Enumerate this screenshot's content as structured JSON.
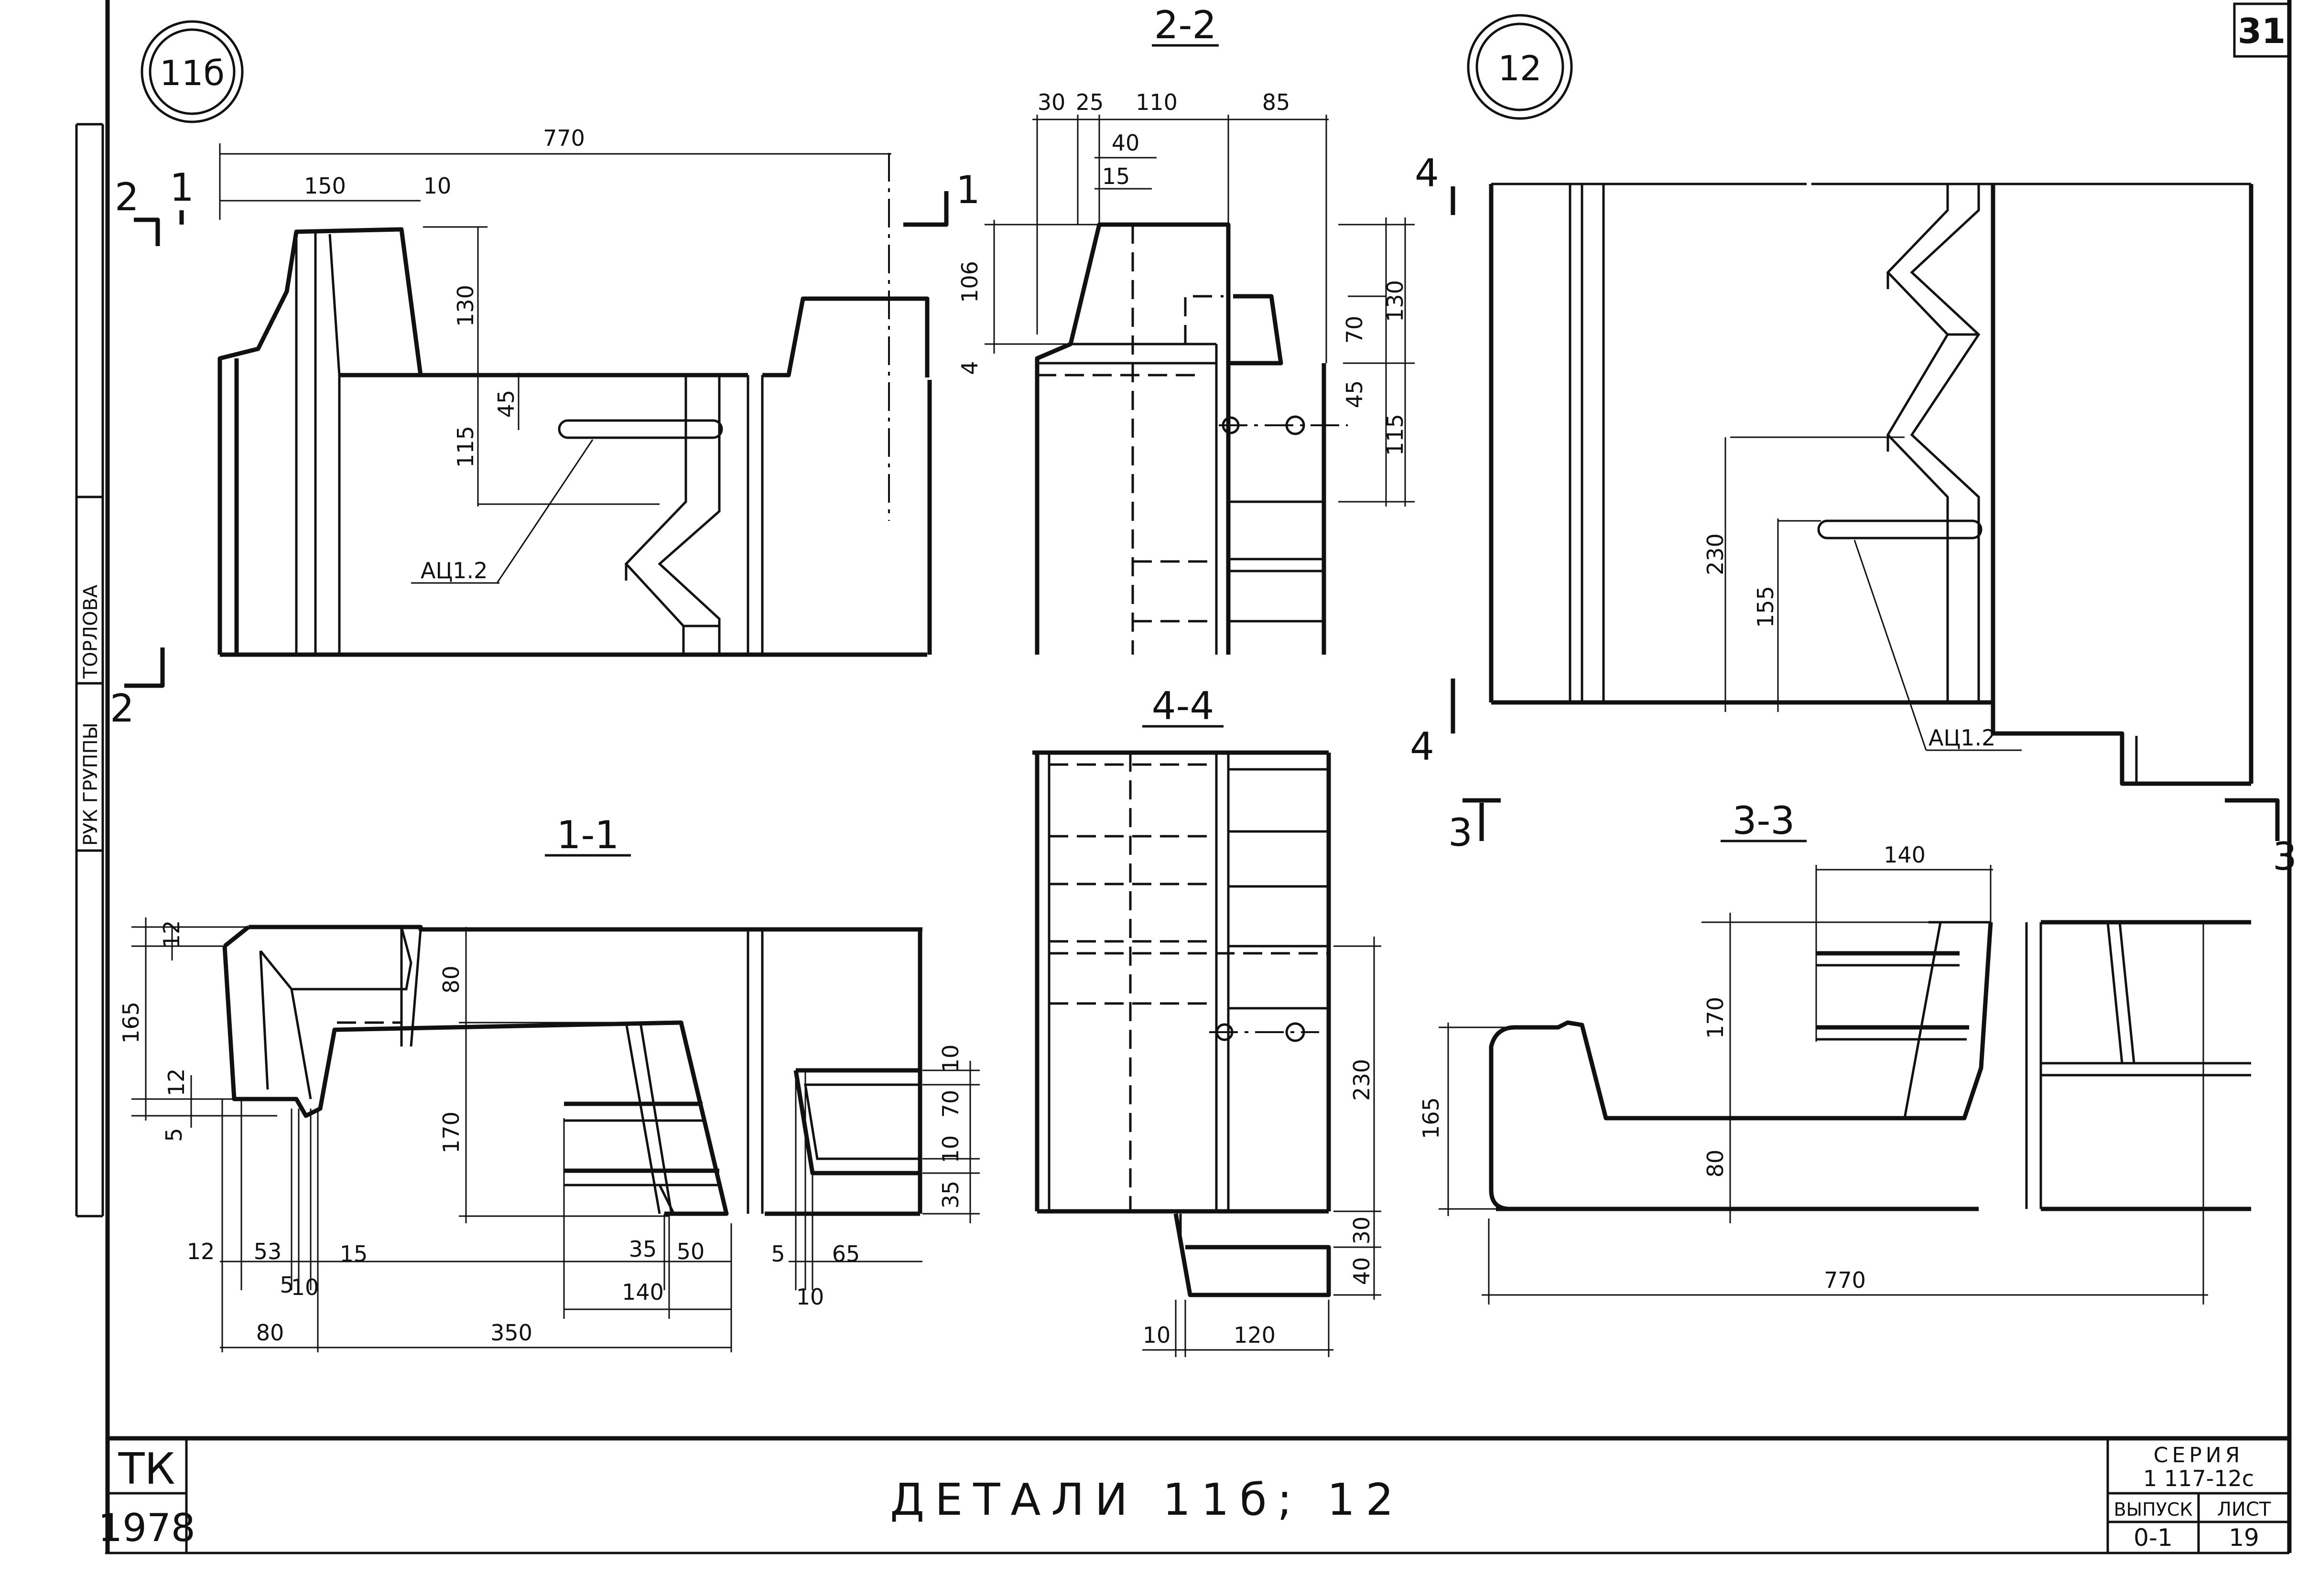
{
  "sheet": {
    "sheet_number": "31",
    "side_stamp": {
      "top": "ТОРЛОВА",
      "bottom": "РУК ГРУППЫ"
    }
  },
  "details": {
    "detail_11b": {
      "label": "11б"
    },
    "detail_12": {
      "label": "12"
    }
  },
  "sections": {
    "s11": "1-1",
    "s22": "2-2",
    "s33": "3-3",
    "s44": "4-4",
    "cut_marks": {
      "m1": "1",
      "m2": "2",
      "m3": "3",
      "m4": "4"
    }
  },
  "callouts": {
    "ac1": "АЦ1.2",
    "ac2": "АЦ1.2"
  },
  "dims": {
    "v11b": {
      "d770": "770",
      "d150": "150",
      "d10": "10",
      "d130": "130",
      "d45": "45",
      "d115": "115"
    },
    "s22": {
      "d30": "30",
      "d25": "25",
      "d110": "110",
      "d85": "85",
      "d40": "40",
      "d15": "15",
      "d106": "106",
      "d4": "4",
      "d70": "70",
      "d130": "130",
      "d45": "45",
      "d115": "115"
    },
    "v12": {
      "d230": "230",
      "d155": "155"
    },
    "s11": {
      "d12a": "12",
      "d165": "165",
      "d12b": "12",
      "d5": "5",
      "d80v": "80",
      "d170": "170",
      "d12h": "12",
      "d53": "53",
      "d15": "15",
      "d5h": "5",
      "d10h": "10",
      "d35": "35",
      "d50": "50",
      "d140": "140",
      "d80h": "80",
      "d350": "350",
      "d10r": "10",
      "d70r": "70",
      "d10r2": "10",
      "d35r": "35",
      "d5r": "5",
      "d65": "65",
      "d10b": "10"
    },
    "s44": {
      "d230": "230",
      "d30": "30",
      "d40": "40",
      "d10": "10",
      "d120": "120"
    },
    "s33": {
      "d140": "140",
      "d170": "170",
      "d165": "165",
      "d80": "80",
      "d770": "770"
    }
  },
  "title_block": {
    "org": "ТК",
    "year": "1978",
    "title": "ДЕТАЛИ 11б; 12",
    "series_label": "СЕРИЯ",
    "series_value": "1 117-12с",
    "issue_label": "ВЫПУСК",
    "issue_value": "0-1",
    "sheet_label": "ЛИСТ",
    "sheet_value": "19"
  }
}
